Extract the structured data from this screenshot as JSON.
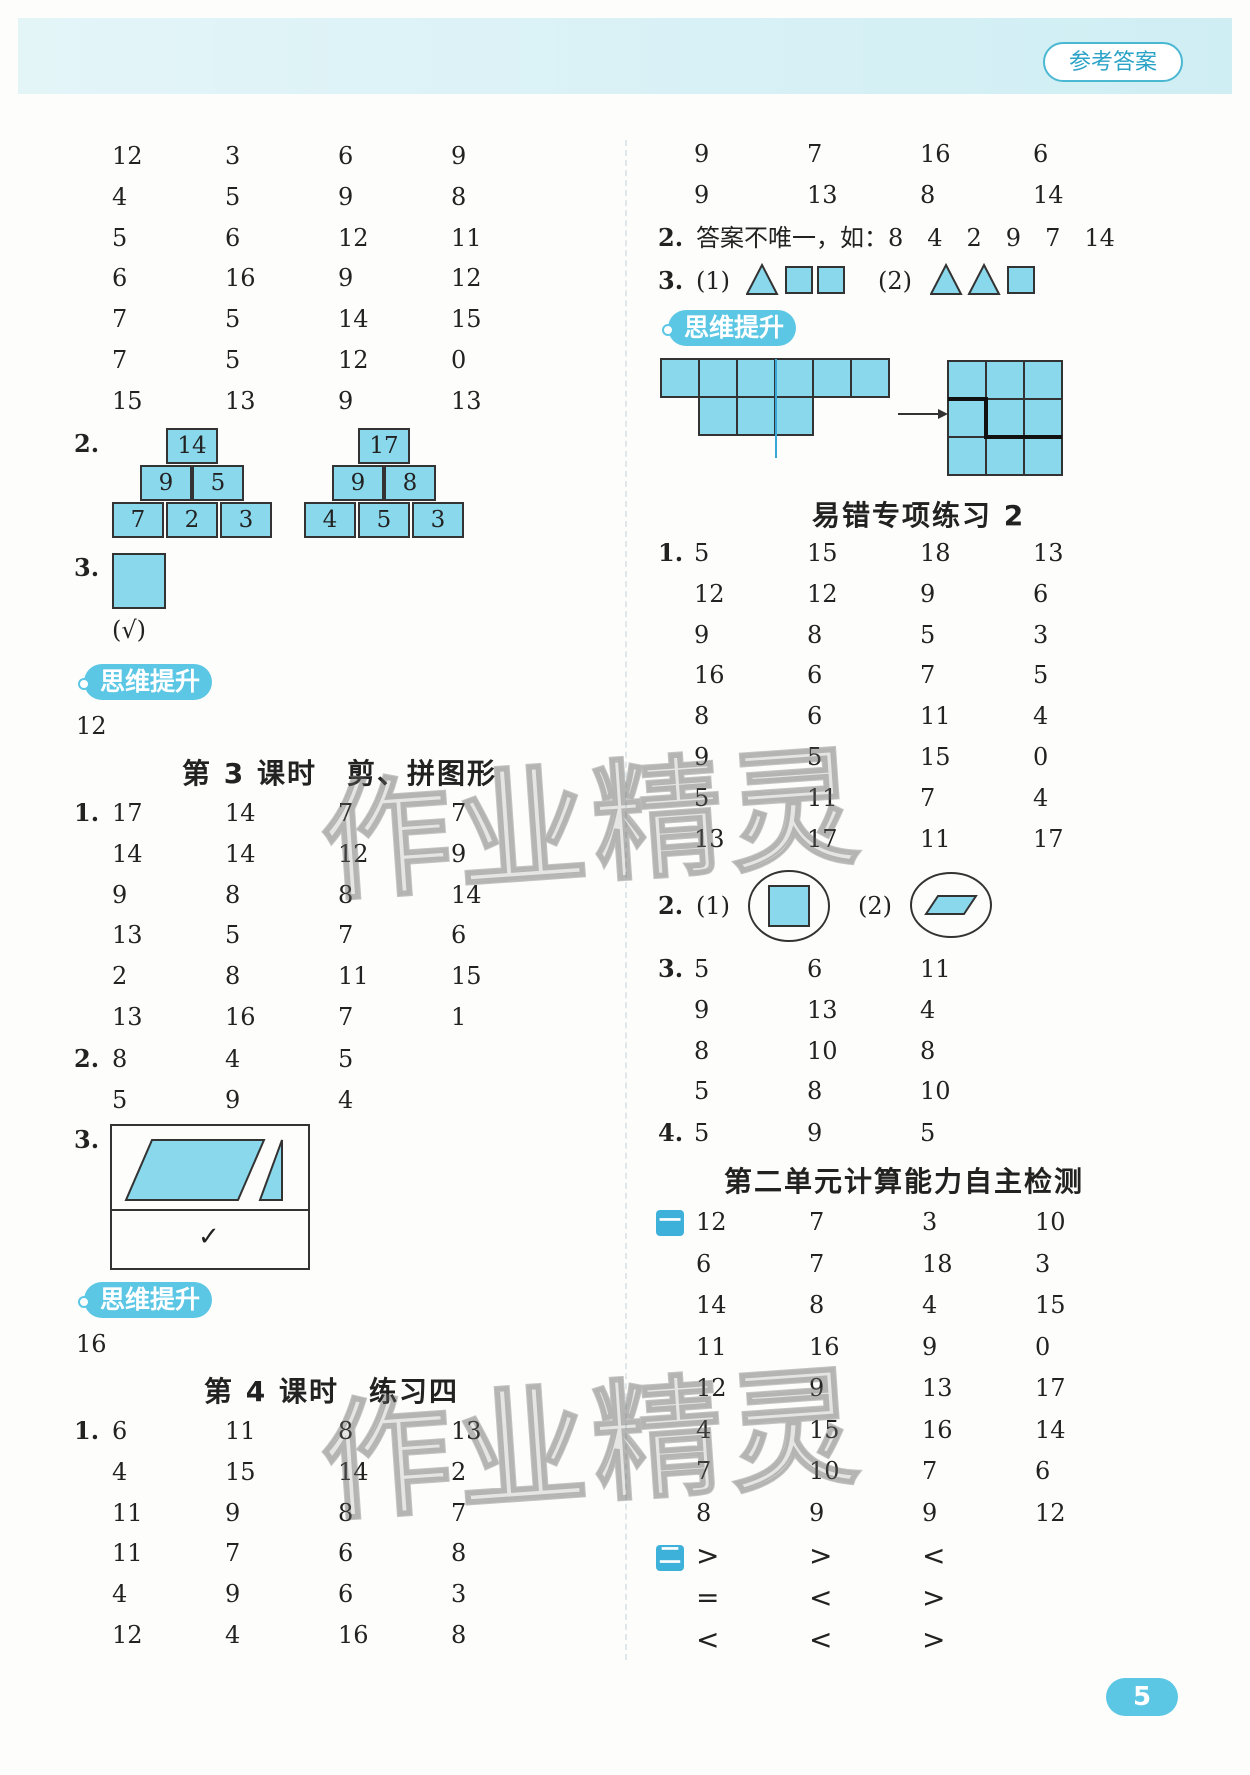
{
  "header": {
    "badge": "参考答案"
  },
  "left": {
    "block1_rows": [
      [
        "12",
        "3",
        "6",
        "9"
      ],
      [
        "4",
        "5",
        "9",
        "8"
      ],
      [
        "5",
        "6",
        "12",
        "11"
      ],
      [
        "6",
        "16",
        "9",
        "12"
      ],
      [
        "7",
        "5",
        "14",
        "15"
      ],
      [
        "7",
        "5",
        "12",
        "0"
      ],
      [
        "15",
        "13",
        "9",
        "13"
      ]
    ],
    "q2_label": "2.",
    "pyramid1": {
      "top": "14",
      "middle": [
        "9",
        "5"
      ],
      "bottom": [
        "7",
        "2",
        "3"
      ]
    },
    "pyramid2": {
      "top": "17",
      "middle": [
        "9",
        "8"
      ],
      "bottom": [
        "4",
        "5",
        "3"
      ]
    },
    "q3_label": "3.",
    "q3_answer": "(√)",
    "think1_label": "思维提升",
    "think1_answer": "12",
    "lesson3_title": "第 3 课时　剪、拼图形",
    "lesson3_q1_label": "1.",
    "lesson3_q1_rows": [
      [
        "17",
        "14",
        "7",
        "7"
      ],
      [
        "14",
        "14",
        "12",
        "9"
      ],
      [
        "9",
        "8",
        "8",
        "14"
      ],
      [
        "13",
        "5",
        "7",
        "6"
      ],
      [
        "2",
        "8",
        "11",
        "15"
      ],
      [
        "13",
        "16",
        "7",
        "1"
      ]
    ],
    "lesson3_q2_label": "2.",
    "lesson3_q2_rows": [
      [
        "8",
        "4",
        "5"
      ],
      [
        "5",
        "9",
        "4"
      ]
    ],
    "lesson3_q3_label": "3.",
    "lesson3_q3_check": "✓",
    "think2_label": "思维提升",
    "think2_answer": "16",
    "lesson4_title": "第 4 课时　练习四",
    "lesson4_q1_label": "1.",
    "lesson4_q1_rows": [
      [
        "6",
        "11",
        "8",
        "13"
      ],
      [
        "4",
        "15",
        "14",
        "2"
      ],
      [
        "11",
        "9",
        "8",
        "7"
      ],
      [
        "11",
        "7",
        "6",
        "8"
      ],
      [
        "4",
        "9",
        "6",
        "3"
      ],
      [
        "12",
        "4",
        "16",
        "8"
      ]
    ]
  },
  "right": {
    "top_rows": [
      [
        "9",
        "7",
        "16",
        "6"
      ],
      [
        "9",
        "13",
        "8",
        "14"
      ]
    ],
    "q2_label": "2.",
    "q2_text": "答案不唯一，如：8　4　2　9　7　14",
    "q3_label": "3.",
    "q3_part1": "(1)",
    "q3_part2": "(2)",
    "think_label": "思维提升",
    "practice_title": "易错专项练习 2",
    "practice_q1_label": "1.",
    "practice_q1_rows": [
      [
        "5",
        "15",
        "18",
        "13"
      ],
      [
        "12",
        "12",
        "9",
        "6"
      ],
      [
        "9",
        "8",
        "5",
        "3"
      ],
      [
        "16",
        "6",
        "7",
        "5"
      ],
      [
        "8",
        "6",
        "11",
        "4"
      ],
      [
        "9",
        "5",
        "15",
        "0"
      ],
      [
        "5",
        "11",
        "7",
        "4"
      ],
      [
        "13",
        "17",
        "11",
        "17"
      ]
    ],
    "practice_q2_label": "2.",
    "practice_q2_part1": "(1)",
    "practice_q2_part2": "(2)",
    "practice_q3_label": "3.",
    "practice_q3_rows": [
      [
        "5",
        "6",
        "11"
      ],
      [
        "9",
        "13",
        "4"
      ],
      [
        "8",
        "10",
        "8"
      ],
      [
        "5",
        "8",
        "10"
      ]
    ],
    "practice_q4_label": "4.",
    "practice_q4_row": [
      "5",
      "9",
      "5"
    ],
    "unit_test_title": "第二单元计算能力自主检测",
    "section1_label": "一",
    "section1_rows": [
      [
        "12",
        "7",
        "3",
        "10"
      ],
      [
        "6",
        "7",
        "18",
        "3"
      ],
      [
        "14",
        "8",
        "4",
        "15"
      ],
      [
        "11",
        "16",
        "9",
        "0"
      ],
      [
        "12",
        "9",
        "13",
        "17"
      ],
      [
        "4",
        "15",
        "16",
        "14"
      ],
      [
        "7",
        "10",
        "7",
        "6"
      ],
      [
        "8",
        "9",
        "9",
        "12"
      ]
    ],
    "section2_label": "二",
    "section2_rows": [
      [
        ">",
        ">",
        "<"
      ],
      [
        "=",
        "<",
        ">"
      ],
      [
        "<",
        "<",
        ">"
      ]
    ]
  },
  "watermark": "作业精灵",
  "page_number": "5"
}
